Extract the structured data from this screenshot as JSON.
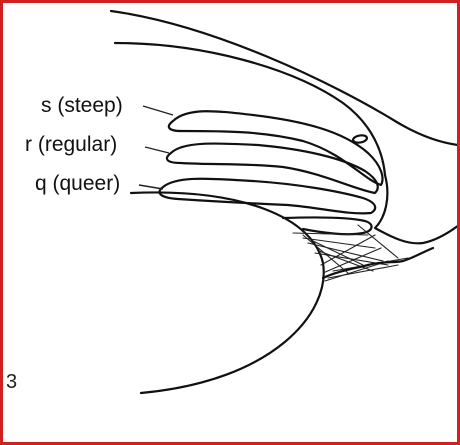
{
  "figure": {
    "labels": [
      {
        "id": "s",
        "text": "s (steep)"
      },
      {
        "id": "r",
        "text": "r (regular)"
      },
      {
        "id": "q",
        "text": "q (queer)"
      }
    ],
    "margin_mark": "3",
    "colors": {
      "frame": "#d02020",
      "ink": "#111111",
      "background": "#ffffff"
    }
  }
}
